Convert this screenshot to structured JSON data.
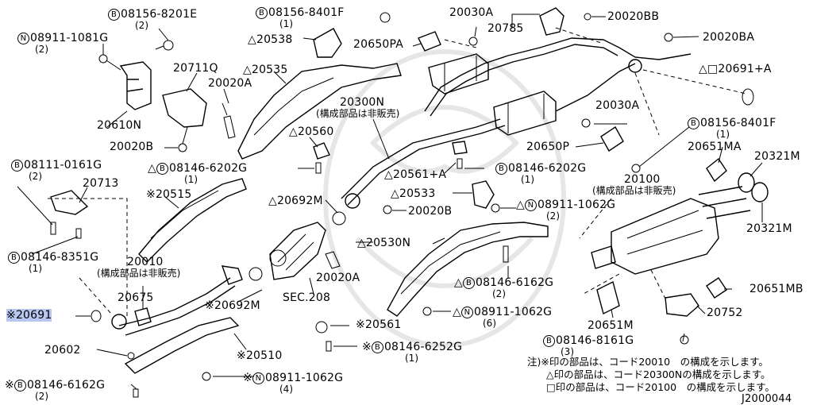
{
  "labels": [
    {
      "id": "l1",
      "prefix": "circle",
      "mark": "B",
      "num": "08156-8201E",
      "sub": "(2)"
    },
    {
      "id": "l2",
      "prefix": "circle",
      "mark": "N",
      "num": "08911-1081G",
      "sub": "(2)"
    },
    {
      "id": "l3",
      "prefix": "none",
      "num": "20711Q"
    },
    {
      "id": "l4",
      "prefix": "none",
      "num": "20610N"
    },
    {
      "id": "l5",
      "prefix": "none",
      "num": "20020B"
    },
    {
      "id": "l6",
      "prefix": "circle",
      "mark": "B",
      "num": "08156-8401F",
      "sub": "(1)"
    },
    {
      "id": "l7",
      "prefix": "tri",
      "num": "20538"
    },
    {
      "id": "l8",
      "prefix": "tri",
      "num": "20535"
    },
    {
      "id": "l9",
      "prefix": "none",
      "num": "20020A"
    },
    {
      "id": "l10",
      "prefix": "none",
      "num": "20030A"
    },
    {
      "id": "l11",
      "prefix": "none",
      "num": "20650PA"
    },
    {
      "id": "l12",
      "prefix": "none",
      "num": "20785"
    },
    {
      "id": "l13",
      "prefix": "none",
      "num": "20020BB"
    },
    {
      "id": "l14",
      "prefix": "none",
      "num": "20020BA"
    },
    {
      "id": "l15",
      "prefix": "trisq",
      "num": "20691+A"
    },
    {
      "id": "l16",
      "prefix": "none",
      "num": "20300N",
      "sub": "(構成部品は非販売)"
    },
    {
      "id": "l17",
      "prefix": "tri",
      "num": "20560"
    },
    {
      "id": "l18",
      "prefix": "none",
      "num": "20030A"
    },
    {
      "id": "l19",
      "prefix": "circle",
      "mark": "B",
      "num": "08156-8401F",
      "sub": "(1)"
    },
    {
      "id": "l20",
      "prefix": "none",
      "num": "20650P"
    },
    {
      "id": "l21",
      "prefix": "none",
      "num": "20651MA"
    },
    {
      "id": "l22",
      "prefix": "none",
      "num": "20321M"
    },
    {
      "id": "l23",
      "prefix": "circle",
      "mark": "B",
      "num": "08111-0161G",
      "sub": "(2)"
    },
    {
      "id": "l24",
      "prefix": "none",
      "num": "20713"
    },
    {
      "id": "l25",
      "prefix": "tricircle",
      "mark": "B",
      "num": "08146-6202G",
      "sub": "(1)"
    },
    {
      "id": "l26",
      "prefix": "tri",
      "num": "20561+A"
    },
    {
      "id": "l27",
      "prefix": "circle",
      "mark": "B",
      "num": "08146-6202G",
      "sub": "(1)"
    },
    {
      "id": "l28",
      "prefix": "none",
      "num": "20100",
      "sub": "(構成部品は非販売)"
    },
    {
      "id": "l29",
      "prefix": "ast",
      "num": "20515"
    },
    {
      "id": "l30",
      "prefix": "tri",
      "num": "20692M"
    },
    {
      "id": "l31",
      "prefix": "tri",
      "num": "20533"
    },
    {
      "id": "l32",
      "prefix": "none",
      "num": "20020B"
    },
    {
      "id": "l33",
      "prefix": "tricircle",
      "mark": "N",
      "num": "08911-1062G",
      "sub": "(2)"
    },
    {
      "id": "l34",
      "prefix": "none",
      "num": "20321M"
    },
    {
      "id": "l35",
      "prefix": "circle",
      "mark": "B",
      "num": "08146-8351G",
      "sub": "(1)"
    },
    {
      "id": "l36",
      "prefix": "none",
      "num": "20010",
      "sub": "(構成部品は非販売)"
    },
    {
      "id": "l37",
      "prefix": "tri",
      "num": "20530N"
    },
    {
      "id": "l38",
      "prefix": "none",
      "num": "20020A"
    },
    {
      "id": "l39",
      "prefix": "none",
      "num": "20675"
    },
    {
      "id": "l40",
      "prefix": "ast",
      "num": "20692M"
    },
    {
      "id": "l41",
      "prefix": "none",
      "num": "SEC.208"
    },
    {
      "id": "l42",
      "prefix": "tricircle",
      "mark": "B",
      "num": "08146-6162G",
      "sub": "(2)"
    },
    {
      "id": "l43",
      "prefix": "none",
      "num": "20651MB"
    },
    {
      "id": "l44",
      "prefix": "ast",
      "num": "20691",
      "highlight": true
    },
    {
      "id": "l45",
      "prefix": "tricircle",
      "mark": "N",
      "num": "08911-1062G",
      "sub": "(6)"
    },
    {
      "id": "l46",
      "prefix": "none",
      "num": "20752"
    },
    {
      "id": "l47",
      "prefix": "ast",
      "num": "20561"
    },
    {
      "id": "l48",
      "prefix": "none",
      "num": "20651M"
    },
    {
      "id": "l49",
      "prefix": "none",
      "num": "20602"
    },
    {
      "id": "l50",
      "prefix": "ast",
      "num": "20510"
    },
    {
      "id": "l51",
      "prefix": "astcircle",
      "mark": "B",
      "num": "08146-6252G",
      "sub": "(1)"
    },
    {
      "id": "l52",
      "prefix": "circle",
      "mark": "B",
      "num": "08146-8161G",
      "sub": "(3)"
    },
    {
      "id": "l53",
      "prefix": "astcircle",
      "mark": "N",
      "num": "08911-1062G",
      "sub": "(4)"
    },
    {
      "id": "l54",
      "prefix": "astcircle",
      "mark": "B",
      "num": "08146-6162G",
      "sub": "(2)"
    }
  ],
  "notes": {
    "line1": "注)※印の部品は、コード20010　の構成を示します。",
    "line2": "△印の部品は、コード20300Nの構成を示します。",
    "line3": "□印の部品は、コード20100　の構成を示します。"
  },
  "diagram_code": "J2000044",
  "symbols": {
    "tri": "△",
    "ast": "※",
    "trisq": "△□"
  }
}
